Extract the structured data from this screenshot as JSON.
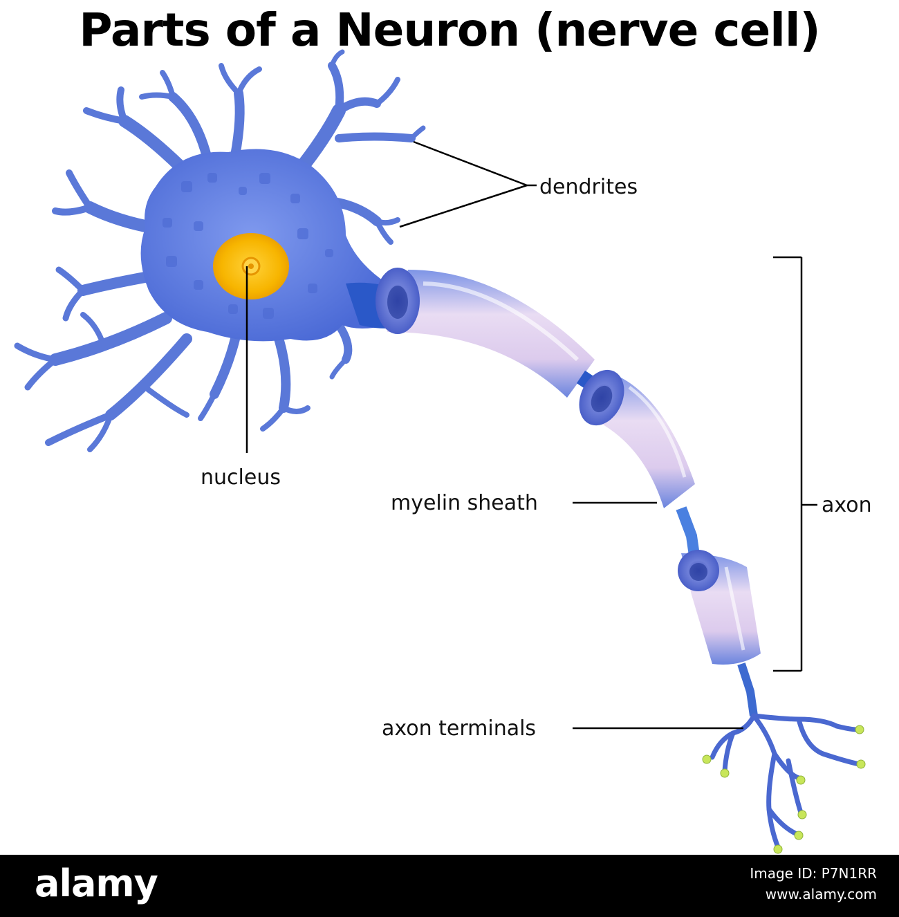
{
  "title": "Parts of a Neuron (nerve cell)",
  "labels": {
    "dendrites": "dendrites",
    "nucleus": "nucleus",
    "myelin_sheath": "myelin sheath",
    "axon": "axon",
    "axon_terminals": "axon terminals"
  },
  "footer": {
    "brand": "alamy",
    "image_id": "Image ID: P7N1RR",
    "website": "www.alamy.com"
  },
  "colors": {
    "cell_body": "#5f7fe0",
    "dendrite": "#5a78d8",
    "nucleus": "#f6a800",
    "myelin": "#d9c8ec",
    "axon_core": "#2a58c8",
    "terminal_bulb": "#c8e65a",
    "leader_line": "#000000"
  }
}
